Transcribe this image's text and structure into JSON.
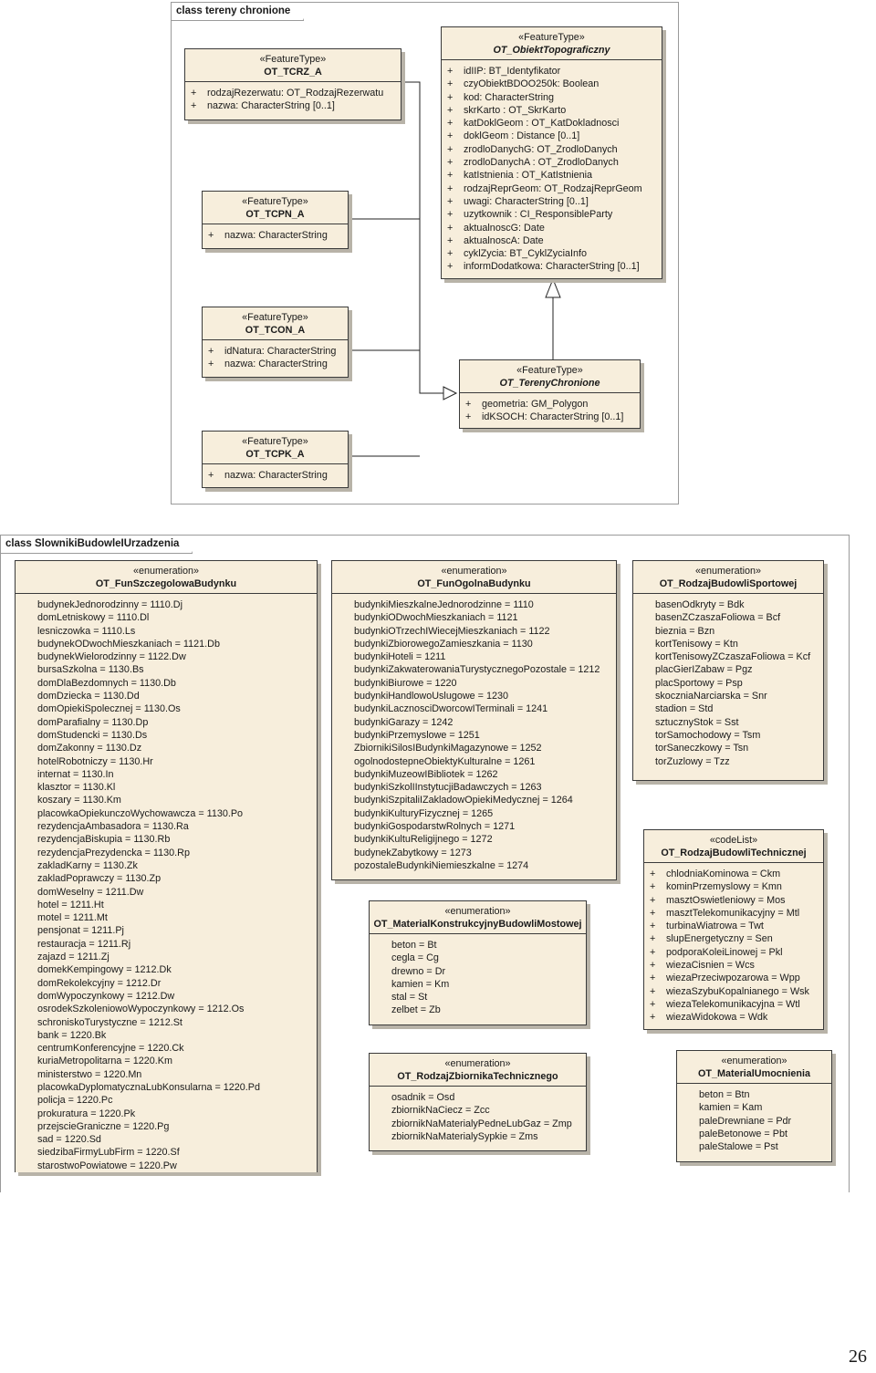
{
  "frames": {
    "tereny": {
      "label": "class tereny chronione"
    },
    "slowniki": {
      "label": "class SlownikiBudowleIUrzadzenia"
    }
  },
  "classes": {
    "tcrz": {
      "stereotype": "«FeatureType»",
      "name": "OT_TCRZ_A",
      "attributes": [
        "rodzajRezerwatu: OT_RodzajRezerwatu",
        "nazwa: CharacterString [0..1]"
      ]
    },
    "tcpn": {
      "stereotype": "«FeatureType»",
      "name": "OT_TCPN_A",
      "attributes": [
        "nazwa: CharacterString"
      ]
    },
    "tcon": {
      "stereotype": "«FeatureType»",
      "name": "OT_TCON_A",
      "attributes": [
        "idNatura: CharacterString",
        "nazwa: CharacterString"
      ]
    },
    "tcpk": {
      "stereotype": "«FeatureType»",
      "name": "OT_TCPK_A",
      "attributes": [
        "nazwa: CharacterString"
      ]
    },
    "obiekt": {
      "stereotype": "«FeatureType»",
      "name": "OT_ObiektTopograficzny",
      "attributes": [
        "idIIP: BT_Identyfikator",
        "czyObiektBDOO250k: Boolean",
        "kod: CharacterString",
        "skrKarto : OT_SkrKarto",
        "katDoklGeom : OT_KatDokladnosci",
        "doklGeom : Distance [0..1]",
        "zrodloDanychG: OT_ZrodloDanych",
        "zrodloDanychA : OT_ZrodloDanych",
        "katIstnienia : OT_KatIstnienia",
        "rodzajReprGeom: OT_RodzajReprGeom",
        "uwagi: CharacterString [0..1]",
        "uzytkownik : CI_ResponsibleParty",
        "aktualnoscG: Date",
        "aktualnoscA: Date",
        "cyklZycia: BT_CyklZyciaInfo",
        "informDodatkowa: CharacterString [0..1]"
      ]
    },
    "tereny": {
      "stereotype": "«FeatureType»",
      "name": "OT_TerenyChronione",
      "attributes": [
        "geometria: GM_Polygon",
        "idKSOCH: CharacterString [0..1]"
      ]
    }
  },
  "enums": {
    "funSzczeg": {
      "stereotype": "«enumeration»",
      "name": "OT_FunSzczegolowaBudynku",
      "literals": [
        "budynekJednorodzinny = 1110.Dj",
        "domLetniskowy = 1110.Dl",
        "lesniczowka = 1110.Ls",
        "budynekODwochMieszkaniach = 1121.Db",
        "budynekWielorodzinny = 1122.Dw",
        "bursaSzkolna = 1130.Bs",
        "domDlaBezdomnych = 1130.Db",
        "domDziecka = 1130.Dd",
        "domOpiekiSpolecznej = 1130.Os",
        "domParafialny = 1130.Dp",
        "domStudencki = 1130.Ds",
        "domZakonny = 1130.Dz",
        "hotelRobotniczy = 1130.Hr",
        "internat = 1130.In",
        "klasztor = 1130.Kl",
        "koszary = 1130.Km",
        "placowkaOpiekunczoWychowawcza = 1130.Po",
        "rezydencjaAmbasadora = 1130.Ra",
        "rezydencjaBiskupia = 1130.Rb",
        "rezydencjaPrezydencka = 1130.Rp",
        "zakladKarny = 1130.Zk",
        "zakladPoprawczy = 1130.Zp",
        "domWeselny = 1211.Dw",
        "hotel = 1211.Ht",
        "motel = 1211.Mt",
        "pensjonat = 1211.Pj",
        "restauracja = 1211.Rj",
        "zajazd = 1211.Zj",
        "domekKempingowy = 1212.Dk",
        "domRekolekcyjny = 1212.Dr",
        "domWypoczynkowy = 1212.Dw",
        "osrodekSzkoleniowoWypoczynkowy = 1212.Os",
        "schroniskoTurystyczne = 1212.St",
        "bank = 1220.Bk",
        "centrumKonferencyjne = 1220.Ck",
        "kuriaMetropolitarna = 1220.Km",
        "ministerstwo = 1220.Mn",
        "placowkaDyplomatycznaLubKonsularna = 1220.Pd",
        "policja = 1220.Pc",
        "prokuratura = 1220.Pk",
        "przejscieGraniczne = 1220.Pg",
        "sad = 1220.Sd",
        "siedzibaFirmyLubFirm = 1220.Sf",
        "starostwoPowiatowe = 1220.Pw"
      ]
    },
    "funOgol": {
      "stereotype": "«enumeration»",
      "name": "OT_FunOgolnaBudynku",
      "literals": [
        "budynkiMieszkalneJednorodzinne = 1110",
        "budynkiODwochMieszkaniach = 1121",
        "budynkiOTrzechIWiecejMieszkaniach = 1122",
        "budynkiZbiorowegoZamieszkania = 1130",
        "budynkiHoteli = 1211",
        "budynkiZakwaterowaniaTurystycznegoPozostale = 1212",
        "budynkiBiurowe = 1220",
        "budynkiHandlowoUslugowe = 1230",
        "budynkiLacznosciDworcowITerminali = 1241",
        "budynkiGarazy = 1242",
        "budynkiPrzemyslowe = 1251",
        "ZbiornikiSilosIBudynkiMagazynowe = 1252",
        "ogolnodostepneObiektyKulturalne = 1261",
        "budynkiMuzeowIBibliotek = 1262",
        "budynkiSzkolIInstytucjiBadawczych = 1263",
        "budynkiSzpitaliIZakladowOpiekiMedycznej = 1264",
        "budynkiKulturyFizycznej = 1265",
        "budynkiGospodarstwRolnych = 1271",
        "budynkiKultuReligijnego = 1272",
        "budynekZabytkowy = 1273",
        "pozostaleBudynkiNiemieszkalne = 1274"
      ]
    },
    "sport": {
      "stereotype": "«enumeration»",
      "name": "OT_RodzajBudowliSportowej",
      "literals": [
        "basenOdkryty = Bdk",
        "basenZCzaszaFoliowa = Bcf",
        "bieznia = Bzn",
        "kortTenisowy = Ktn",
        "kortTenisowyZCzaszaFoliowa = Kcf",
        "placGierIZabaw = Pgz",
        "placSportowy = Psp",
        "skoczniaNarciarska = Snr",
        "stadion = Std",
        "sztucznyStok = Sst",
        "torSamochodowy = Tsm",
        "torSaneczkowy = Tsn",
        "torZuzlowy = Tzz"
      ]
    },
    "techniczne": {
      "stereotype": "«codeList»",
      "name": "OT_RodzajBudowliTechnicznej",
      "attributes": [
        "chlodniaKominowa = Ckm",
        "kominPrzemyslowy = Kmn",
        "masztOswietleniowy = Mos",
        "masztTelekomunikacyjny = Mtl",
        "turbinaWiatrowa = Twt",
        "slupEnergetyczny = Sen",
        "podporaKoleiLinowej = Pkl",
        "wiezaCisnien = Wcs",
        "wiezaPrzeciwpozarowa = Wpp",
        "wiezaSzybuKopalnianego = Wsk",
        "wiezaTelekomunikacyjna = Wtl",
        "wiezaWidokowa = Wdk"
      ]
    },
    "mostowe": {
      "stereotype": "«enumeration»",
      "name": "OT_MaterialKonstrukcyjnyBudowliMostowej",
      "literals": [
        "beton = Bt",
        "cegla = Cg",
        "drewno = Dr",
        "kamien = Km",
        "stal = St",
        "zelbet = Zb"
      ]
    },
    "zbiornik": {
      "stereotype": "«enumeration»",
      "name": "OT_RodzajZbiornikaTechnicznego",
      "literals": [
        "osadnik = Osd",
        "zbiornikNaCiecz = Zcc",
        "zbiornikNaMaterialyPedneLubGaz = Zmp",
        "zbiornikNaMaterialySypkie = Zms"
      ]
    },
    "umocnienia": {
      "stereotype": "«enumeration»",
      "name": "OT_MaterialUmocnienia",
      "literals": [
        "beton = Btn",
        "kamien = Kam",
        "paleDrewniane = Pdr",
        "paleBetonowe = Pbt",
        "paleStalowe = Pst"
      ]
    }
  },
  "page_number": "26",
  "colors": {
    "class_fill": "#f7eedc",
    "border": "#3a3a3a",
    "shadow": "#b8b3a8"
  }
}
